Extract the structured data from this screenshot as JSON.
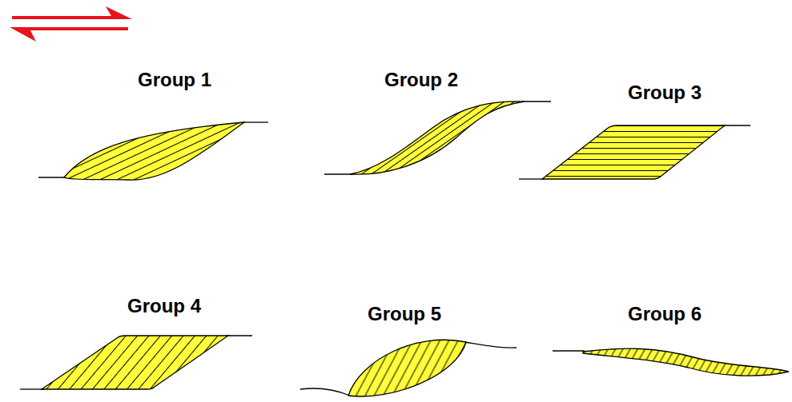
{
  "diagram": {
    "labels": [
      "Group 1",
      "Group 2",
      "Group 3",
      "Group 4",
      "Group 5",
      "Group 6"
    ]
  }
}
